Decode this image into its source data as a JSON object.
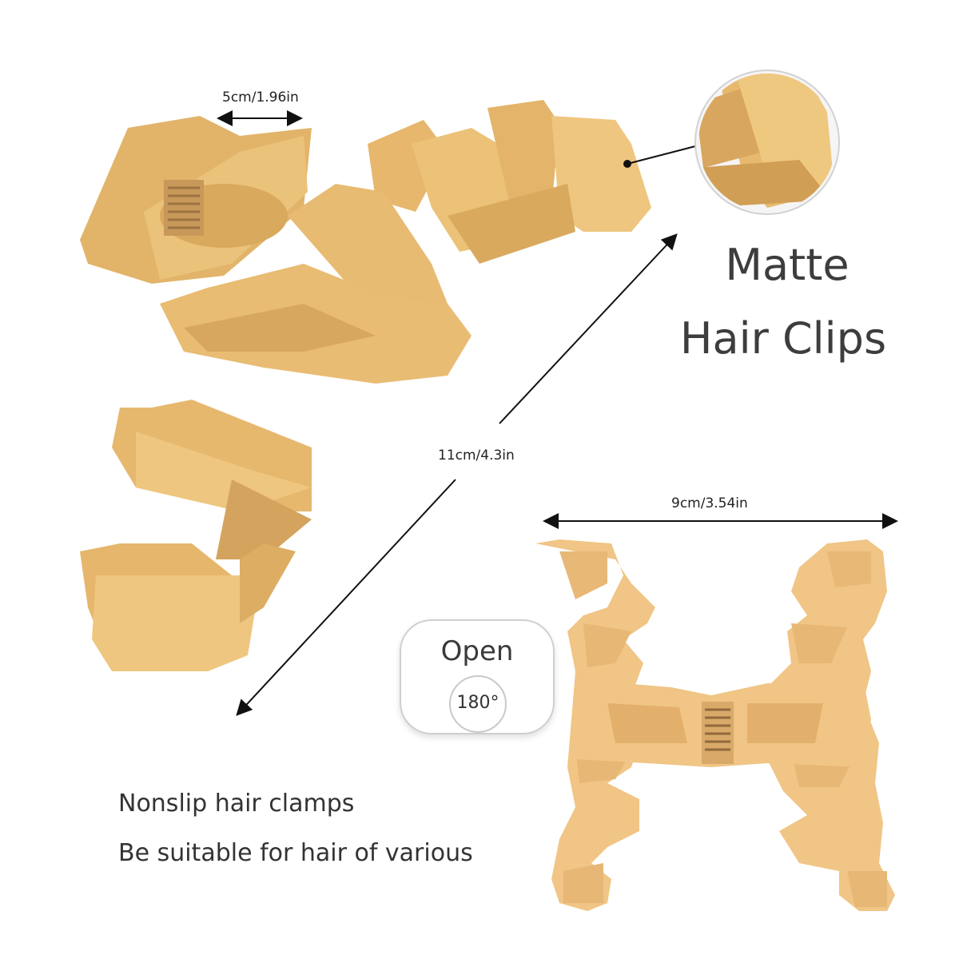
{
  "dimensions": {
    "width_top": "5cm/1.96in",
    "length": "11cm/4.3in",
    "open_width": "9cm/3.54in"
  },
  "headline": {
    "line1": "Matte",
    "line2": "Hair Clips"
  },
  "open_badge": {
    "label": "Open",
    "angle": "180°"
  },
  "features": [
    "Nonslip hair clamps",
    "Be suitable for hair of various"
  ],
  "colors": {
    "clip": "#e8bd72",
    "clip_shadow": "#c99a4f",
    "clip_light": "#f2d192",
    "text": "#3d3d3d"
  }
}
